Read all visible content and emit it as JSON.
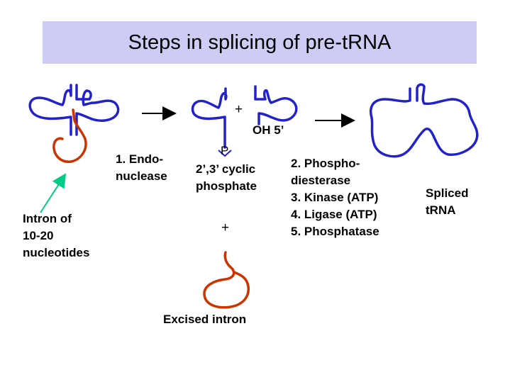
{
  "title": "Steps in splicing of pre-tRNA",
  "labels": {
    "endonuclease_line1": "1. Endo-",
    "endonuclease_line2": "nuclease",
    "oh5": "OH 5’",
    "p": "P",
    "cyclic_line1": "2’,3’ cyclic",
    "cyclic_line2": "phosphate",
    "intron_line1": "Intron of",
    "intron_line2": "10-20",
    "intron_line3": "nucleotides",
    "step2_line1": "2. Phospho-",
    "step2_line2": "diesterase",
    "step3": "3. Kinase (ATP)",
    "step4": "4. Ligase (ATP)",
    "step5": "5. Phosphatase",
    "spliced_line1": "Spliced",
    "spliced_line2": "tRNA",
    "excised": "Excised intron",
    "plus_top": "+",
    "plus_mid": "+"
  },
  "colors": {
    "trna": "#2222cc",
    "intron": "#cc3300",
    "pointer": "#00cc88",
    "title_bg": "#ccccf4"
  }
}
